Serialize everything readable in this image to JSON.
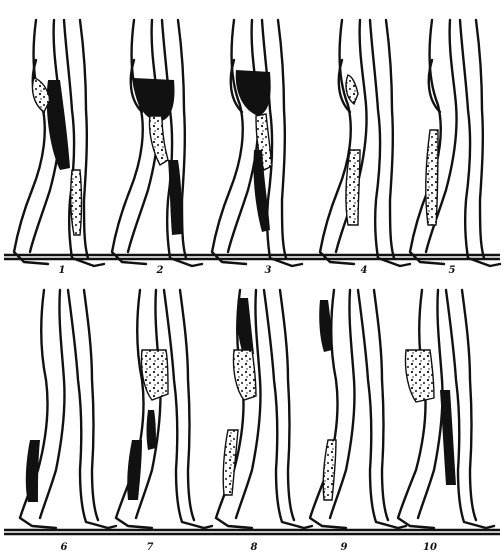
{
  "figure": {
    "rows": [
      {
        "frames": [
          {
            "label": "1",
            "stance": "left-back",
            "active": [
              "thigh-back-dark",
              "thigh-front-speckle",
              "shin-speckle"
            ]
          },
          {
            "label": "2",
            "stance": "left-back",
            "active": [
              "hip-dark",
              "thigh-speckle",
              "calf-dark"
            ]
          },
          {
            "label": "3",
            "stance": "left-back",
            "active": [
              "hip-dark",
              "thigh-speckle",
              "calf-dark"
            ]
          },
          {
            "label": "4",
            "stance": "step",
            "active": [
              "thigh-speckle-small",
              "shin-speckle"
            ]
          },
          {
            "label": "5",
            "stance": "step",
            "active": [
              "shin-speckle"
            ]
          }
        ]
      },
      {
        "frames": [
          {
            "label": "6",
            "stance": "right-back",
            "active": [
              "calf-dark"
            ]
          },
          {
            "label": "7",
            "stance": "right-back",
            "active": [
              "thigh-speckle",
              "calf-dark"
            ]
          },
          {
            "label": "8",
            "stance": "right-back",
            "active": [
              "hip-dark",
              "thigh-speckle",
              "shin-speckle"
            ]
          },
          {
            "label": "9",
            "stance": "right-back",
            "active": [
              "hip-dark",
              "shin-speckle"
            ]
          },
          {
            "label": "10",
            "stance": "right-back",
            "active": [
              "thigh-speckle",
              "calf-dark"
            ]
          }
        ]
      }
    ]
  }
}
